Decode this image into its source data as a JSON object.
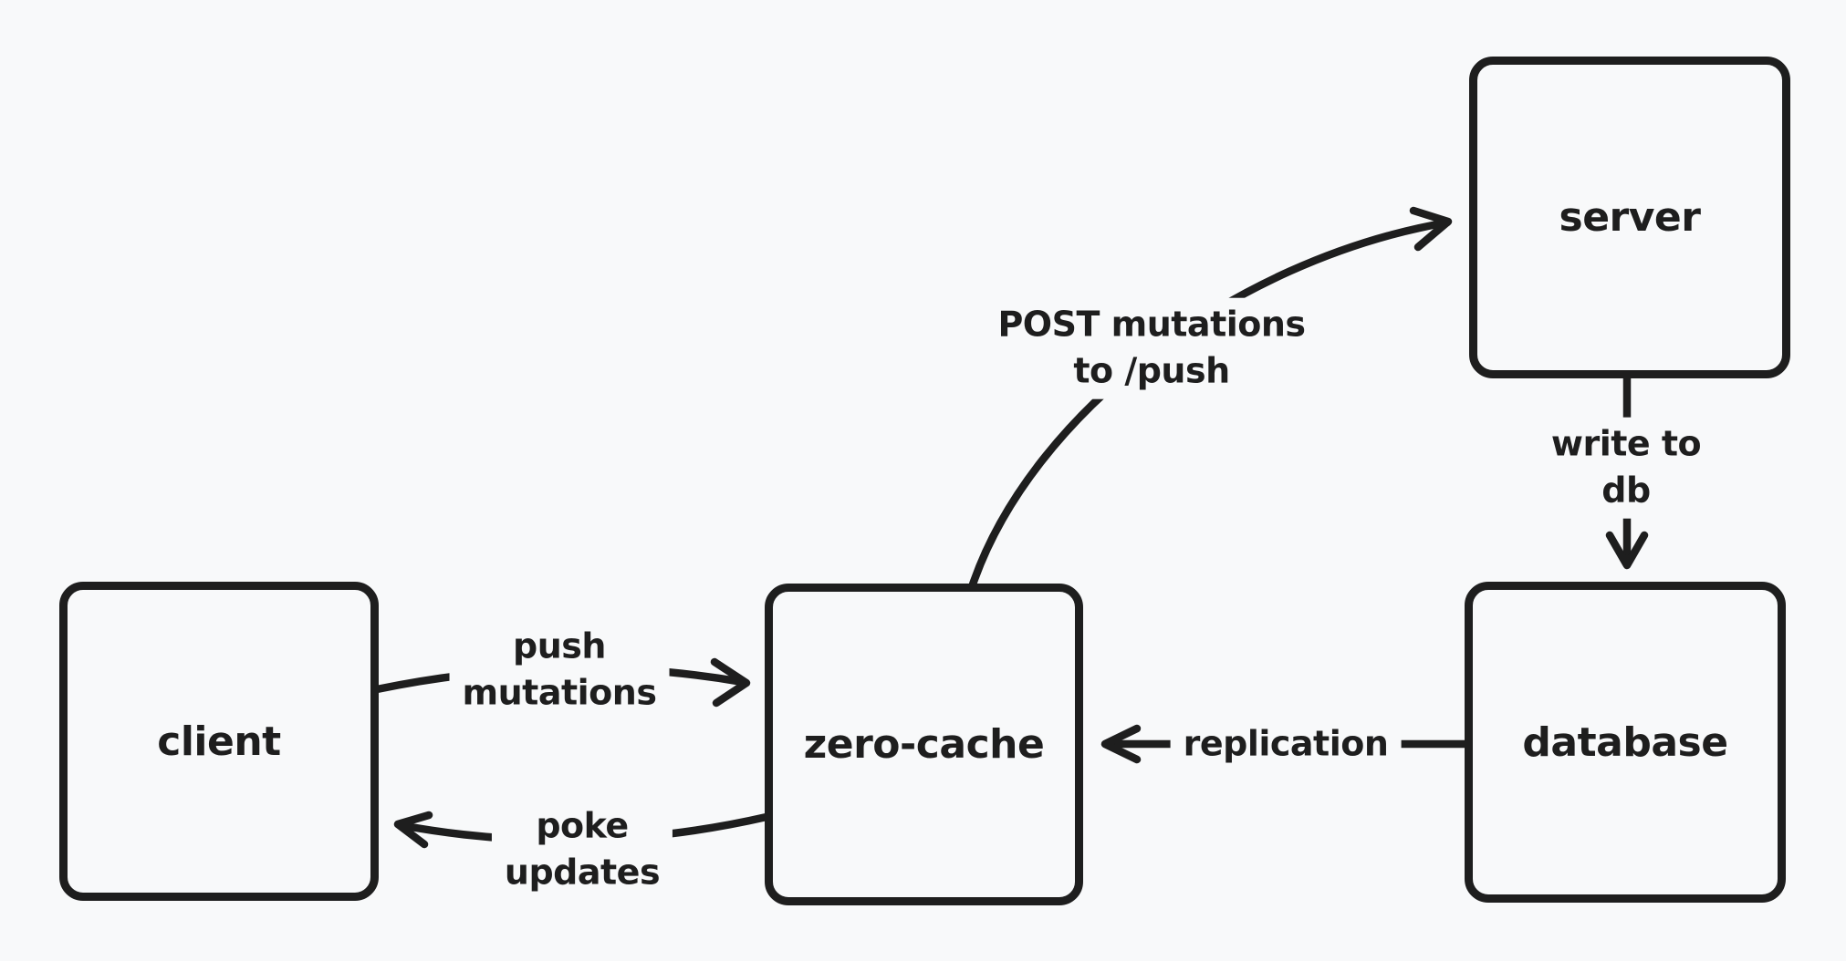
{
  "canvas": {
    "background_color": "#f8f9fa",
    "stroke_color": "#1e1e1e",
    "text_color": "#1e1e1e"
  },
  "nodes": [
    {
      "id": "client",
      "label": "client"
    },
    {
      "id": "zero-cache",
      "label": "zero-cache"
    },
    {
      "id": "server",
      "label": "server"
    },
    {
      "id": "database",
      "label": "database"
    }
  ],
  "edges": [
    {
      "id": "push-mutations",
      "label": "push\nmutations",
      "from": "client",
      "to": "zero-cache"
    },
    {
      "id": "poke-updates",
      "label": "poke\nupdates",
      "from": "zero-cache",
      "to": "client"
    },
    {
      "id": "post-mutations",
      "label": "POST mutations\nto /push",
      "from": "zero-cache",
      "to": "server"
    },
    {
      "id": "write-to-db",
      "label": "write to db",
      "from": "server",
      "to": "database"
    },
    {
      "id": "replication",
      "label": "replication",
      "from": "database",
      "to": "zero-cache"
    }
  ]
}
